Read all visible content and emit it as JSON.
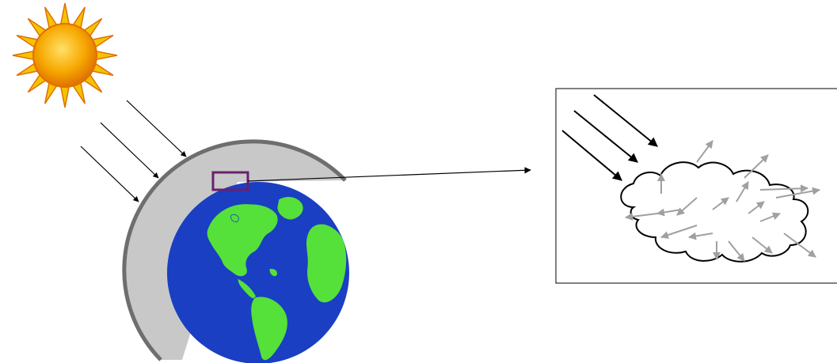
{
  "diagram": {
    "elements": [
      {
        "name": "sun",
        "icon": "sun-icon"
      },
      {
        "name": "incoming-sunlight",
        "icon": "arrow-icon",
        "count": 3
      },
      {
        "name": "atmosphere-layer",
        "icon": "atmosphere-icon"
      },
      {
        "name": "scattered-light-arrows",
        "icon": "arrow-icon"
      },
      {
        "name": "earth-globe",
        "icon": "globe-icon"
      },
      {
        "name": "zoom-region",
        "icon": "selection-box-icon"
      },
      {
        "name": "zoom-arrow",
        "icon": "arrow-icon"
      },
      {
        "name": "inset-panel",
        "icon": "panel-icon"
      },
      {
        "name": "inset-incoming-rays",
        "icon": "arrow-icon",
        "count": 3
      },
      {
        "name": "cloud",
        "icon": "cloud-icon"
      },
      {
        "name": "scattered-rays",
        "icon": "arrow-icon"
      }
    ]
  },
  "colors": {
    "sun_core": "#f7a800",
    "sun_rays": "#f5c400",
    "sun_outline": "#e07000",
    "atmosphere_fill": "#c8c8c8",
    "atmosphere_edge": "#6e6e6e",
    "ocean": "#1a3fc2",
    "land": "#55e03a",
    "highlight_box": "#6a1f6e",
    "scatter_gray": "#a0a0a0",
    "ink": "#000000"
  }
}
